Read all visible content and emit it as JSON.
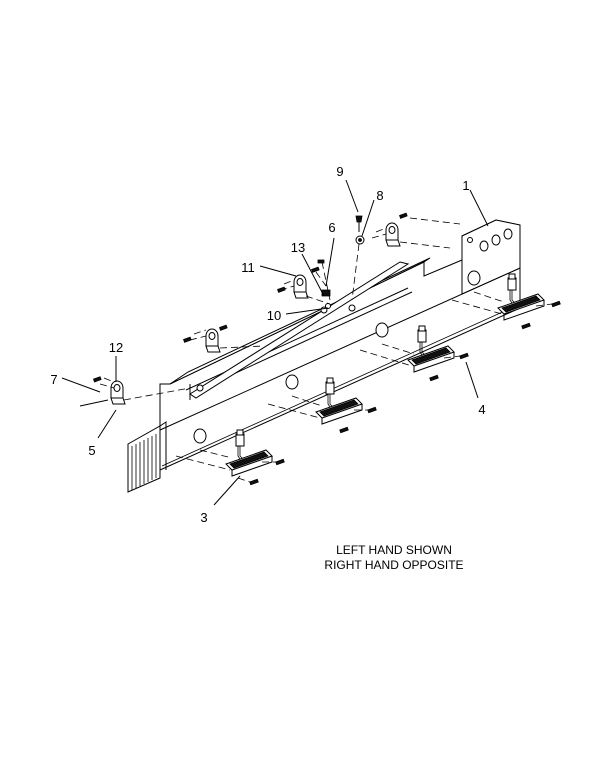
{
  "callouts": [
    {
      "id": "c1",
      "text": "1"
    },
    {
      "id": "c3",
      "text": "3"
    },
    {
      "id": "c4",
      "text": "4"
    },
    {
      "id": "c5",
      "text": "5"
    },
    {
      "id": "c6",
      "text": "6"
    },
    {
      "id": "c7",
      "text": "7"
    },
    {
      "id": "c8",
      "text": "8"
    },
    {
      "id": "c9",
      "text": "9"
    },
    {
      "id": "c10",
      "text": "10"
    },
    {
      "id": "c11",
      "text": "11"
    },
    {
      "id": "c12",
      "text": "12"
    },
    {
      "id": "c13",
      "text": "13"
    }
  ],
  "note": {
    "line1": "LEFT HAND SHOWN",
    "line2": "RIGHT HAND OPPOSITE"
  }
}
